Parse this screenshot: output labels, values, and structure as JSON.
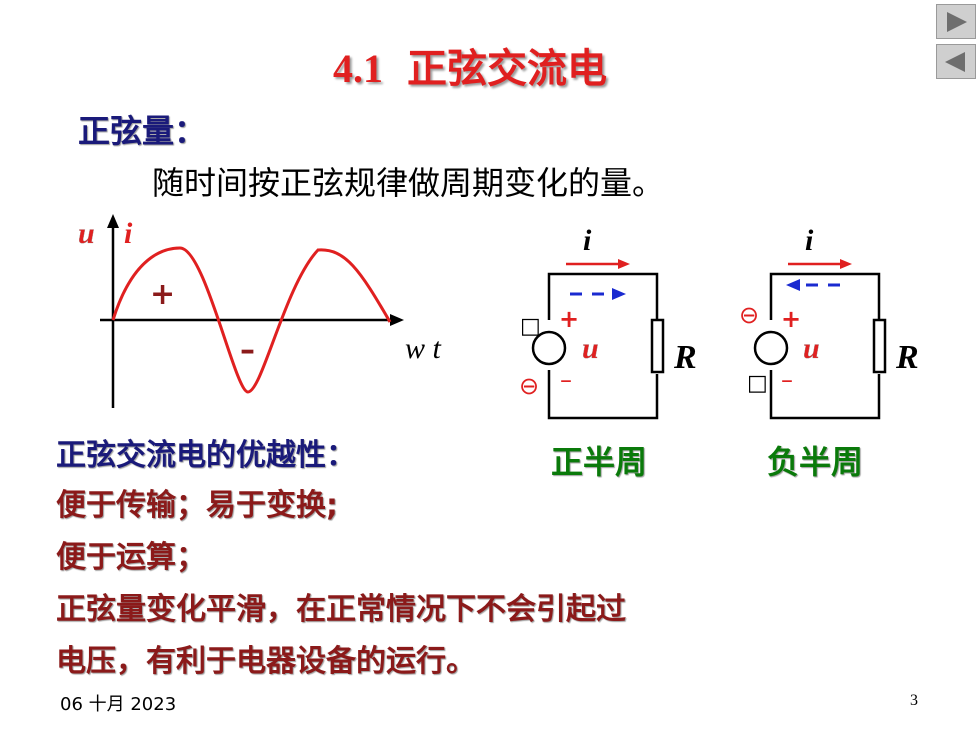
{
  "slide": {
    "title_num": "4.1",
    "title_text": "正弦交流电",
    "section_label": "正弦量：",
    "definition": "随时间按正弦规律做周期变化的量。",
    "footer_date": "06 十月 2023",
    "page_number": "3"
  },
  "waveform": {
    "y_label_u": "u",
    "y_label_i": "i",
    "x_label": "w t",
    "plus_sign": "+",
    "minus_sign": "–"
  },
  "circuits": {
    "current_label": "i",
    "voltage_label": "u",
    "resistor_label": "R",
    "plus_sign": "+",
    "minus_sign": "–",
    "missing_glyph": "□",
    "minus_circle": "⊖",
    "positive_caption": "正半周",
    "negative_caption": "负半周"
  },
  "advantages": {
    "heading": "正弦交流电的优越性：",
    "lines": [
      "便于传输；易于变换;",
      "便于运算；",
      "正弦量变化平滑，在正常情况下不会引起过",
      "电压，有利于电器设备的运行。"
    ]
  },
  "colors": {
    "title": "#e02020",
    "heading": "#1a1a7a",
    "caption": "#0a7a0a",
    "body": "#8b1a1a",
    "wave": "#e02020",
    "arrow_blue": "#1a2ad0"
  }
}
